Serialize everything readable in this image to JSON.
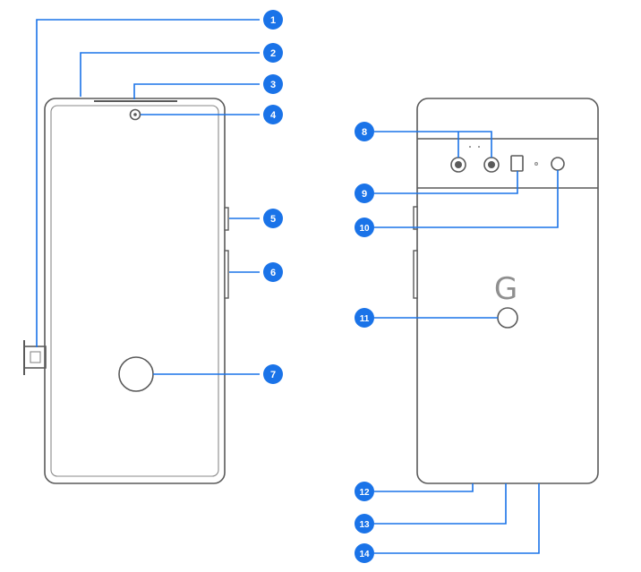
{
  "callouts": [
    {
      "num": "1",
      "label": "1"
    },
    {
      "num": "2",
      "label": "2"
    },
    {
      "num": "3",
      "label": "3"
    },
    {
      "num": "4",
      "label": "4"
    },
    {
      "num": "5",
      "label": "5"
    },
    {
      "num": "6",
      "label": "6"
    },
    {
      "num": "7",
      "label": "7"
    },
    {
      "num": "8",
      "label": "8"
    },
    {
      "num": "9",
      "label": "9"
    },
    {
      "num": "10",
      "label": "10"
    },
    {
      "num": "11",
      "label": "11"
    },
    {
      "num": "12",
      "label": "12"
    },
    {
      "num": "13",
      "label": "13"
    },
    {
      "num": "14",
      "label": "14"
    }
  ],
  "back": {
    "logo_text": "G"
  },
  "colors": {
    "callout": "#1a73e8",
    "outline": "#5a5a5a"
  }
}
